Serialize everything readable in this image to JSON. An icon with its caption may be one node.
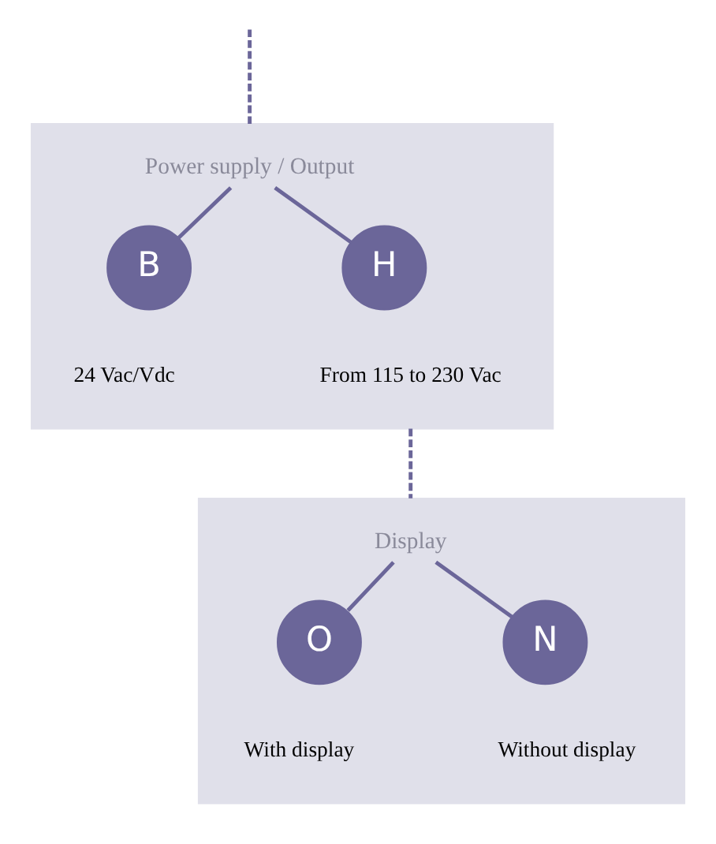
{
  "diagram": {
    "nodes": [
      {
        "text": [],
        "shape": "box"
      },
      {
        "text": [
          "Power supply / Output"
        ],
        "in": 0
      },
      {
        "text": [
          "B"
        ],
        "in": 0,
        "beside": [
          "24 Vac/Vdc"
        ]
      },
      {
        "text": [
          "H"
        ],
        "in": 0,
        "beside": [
          "From 115 to 230 Vac"
        ]
      },
      {
        "text": [],
        "shape": "box"
      },
      {
        "text": [
          "Display"
        ],
        "in": 4
      },
      {
        "text": [
          "O"
        ],
        "in": 4,
        "beside": [
          "With display"
        ]
      },
      {
        "text": [
          "N"
        ],
        "in": 4,
        "beside": [
          "Without display"
        ]
      }
    ],
    "edges": [
      {
        "from": null,
        "to": 0,
        "arrow": "none",
        "style": "dashed"
      },
      {
        "from": 1,
        "to": 2,
        "arrow": "none"
      },
      {
        "from": 1,
        "to": 3,
        "arrow": "none"
      },
      {
        "from": 0,
        "to": 4,
        "arrow": "none",
        "style": "dashed"
      },
      {
        "from": 5,
        "to": 6,
        "arrow": "none"
      },
      {
        "from": 5,
        "to": 7,
        "arrow": "none"
      }
    ]
  }
}
